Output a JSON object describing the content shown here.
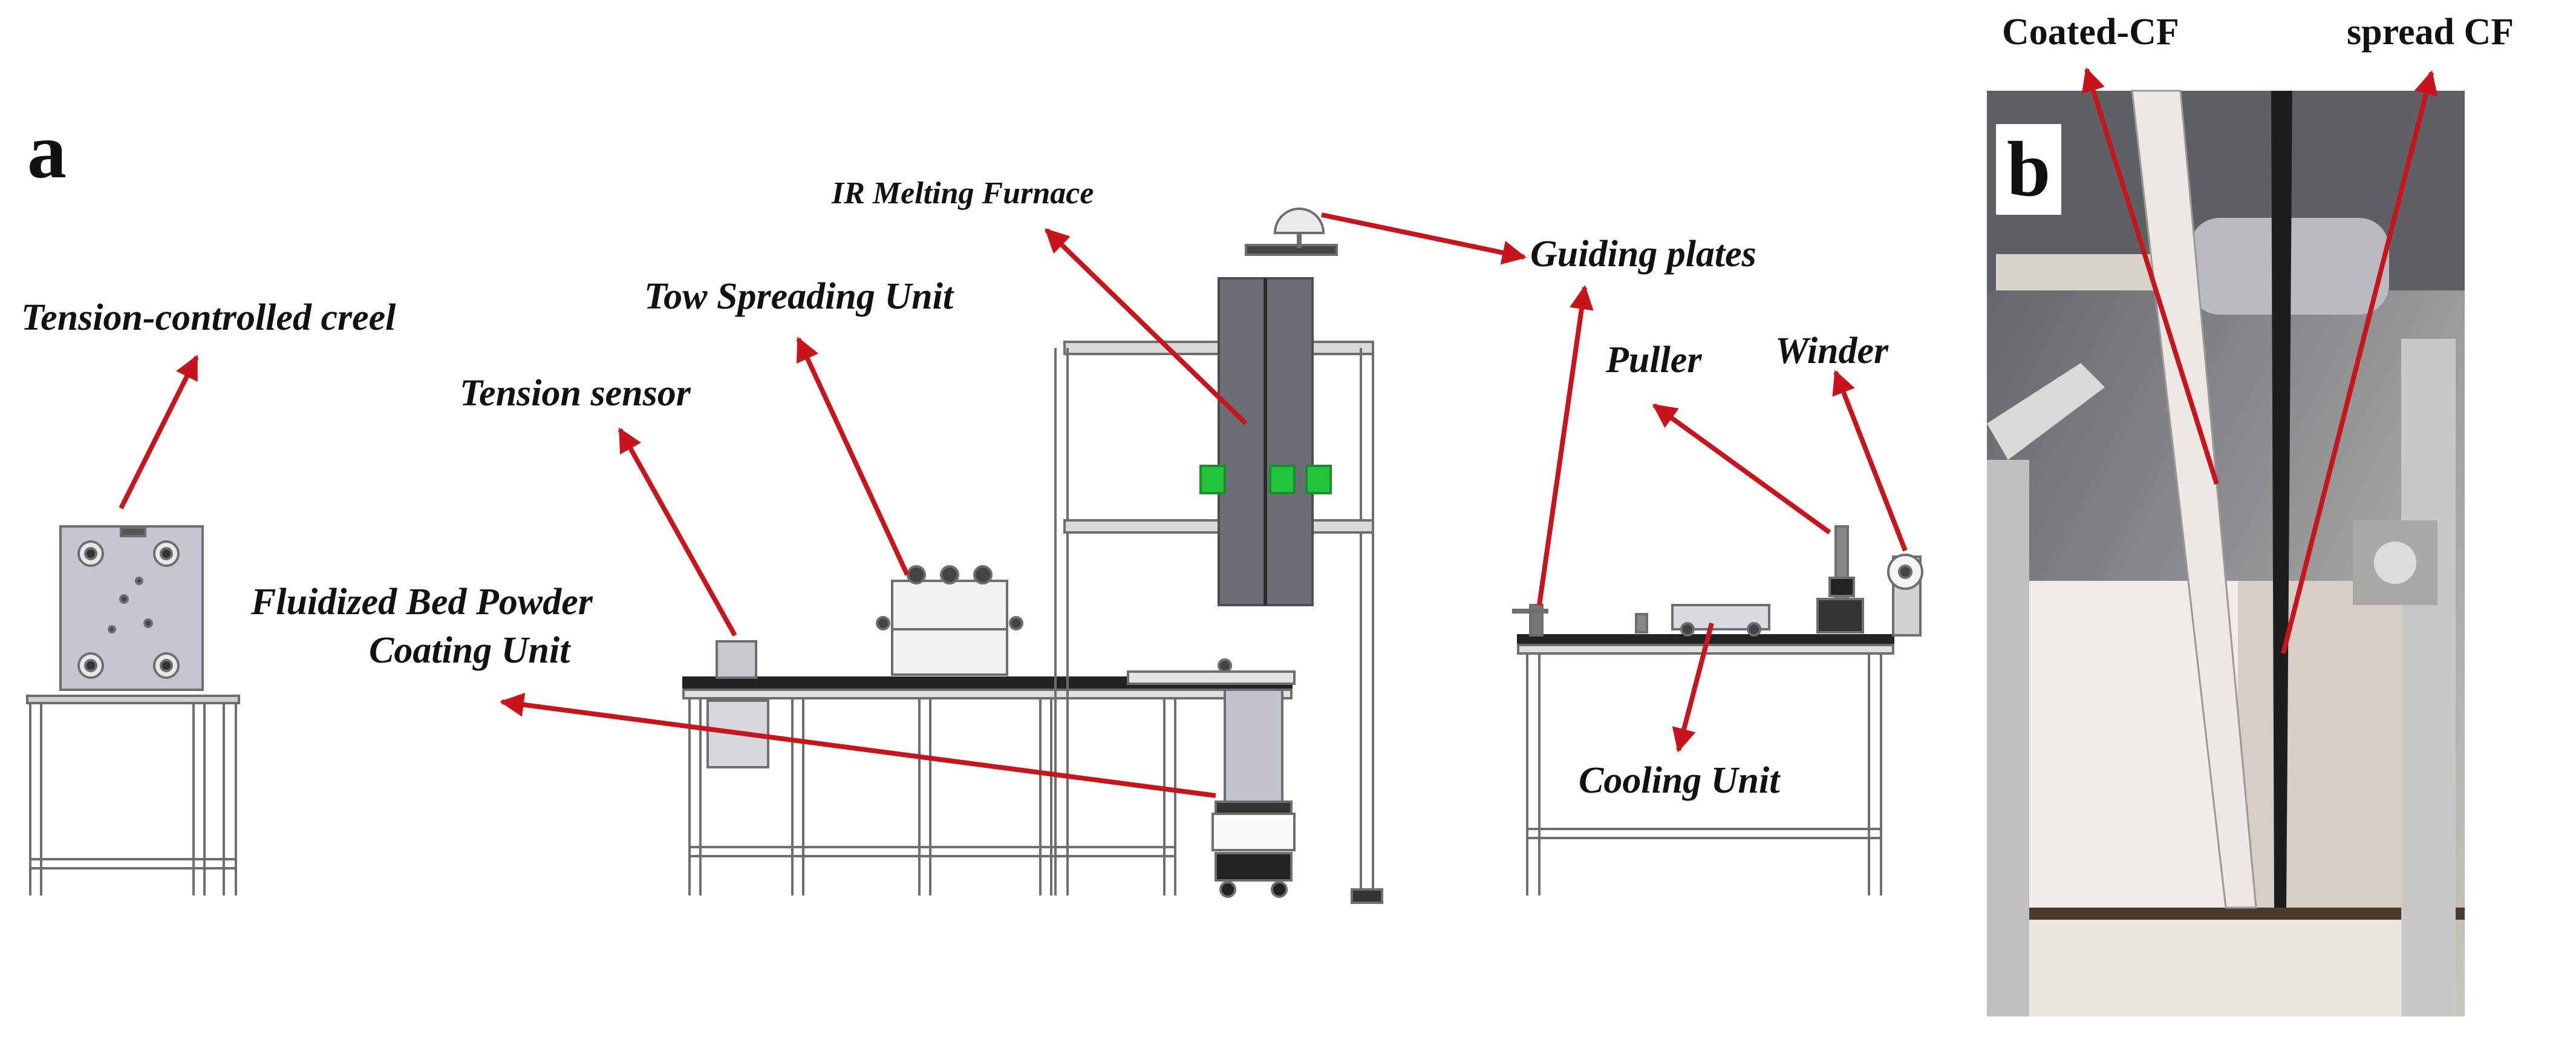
{
  "panel_a": {
    "letter": "a",
    "labels": {
      "creel": "Tension-controlled creel",
      "tension_sensor": "Tension sensor",
      "tow_spreading": "Tow Spreading Unit",
      "ir_furnace": "IR Melting Furnace",
      "guiding_plates": "Guiding plates",
      "puller": "Puller",
      "winder": "Winder",
      "fluidized_line1": "Fluidized Bed Powder",
      "fluidized_line2": "Coating Unit",
      "cooling": "Cooling Unit"
    }
  },
  "panel_b": {
    "letter": "b",
    "labels": {
      "coated": "Coated-CF",
      "spread": "spread CF"
    }
  },
  "colors": {
    "arrow": "#c8141c",
    "frame": "#707070",
    "machine_fill": "#b9bcc4",
    "furnace_fill": "#6b6e74",
    "green_block": "#22c43a",
    "photo_bg": "#8a8e90"
  }
}
